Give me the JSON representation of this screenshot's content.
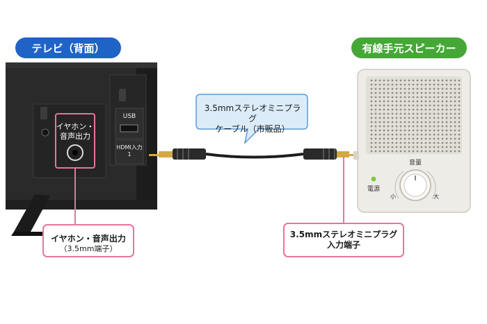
{
  "tv": {
    "title": "テレビ（背面）",
    "jack_label_line1": "イヤホン・",
    "jack_label_line2": "音声出力",
    "usb_label": "USB",
    "hdmi_label_line1": "HDMI入力",
    "hdmi_label_line2": "1",
    "callout_line1": "イヤホン・音声出力",
    "callout_line2": "（3.5mm端子）"
  },
  "speaker": {
    "title": "有線手元スピーカー",
    "volume_label": "音量",
    "power_label": "電源",
    "small_label": "小",
    "large_label": "大",
    "callout_line1": "3.5mmステレオミニプラグ",
    "callout_line2": "入力端子"
  },
  "cable": {
    "callout_line1": "3.5mmステレオミニプラグ",
    "callout_line2": "ケーブル（市販品）"
  },
  "colors": {
    "tv_pill": "#1f63c6",
    "speaker_pill": "#45a836",
    "pink_highlight": "#e8739f",
    "cable_callout_bg": "#dcebf8",
    "cable_callout_border": "#5a9bd6"
  }
}
